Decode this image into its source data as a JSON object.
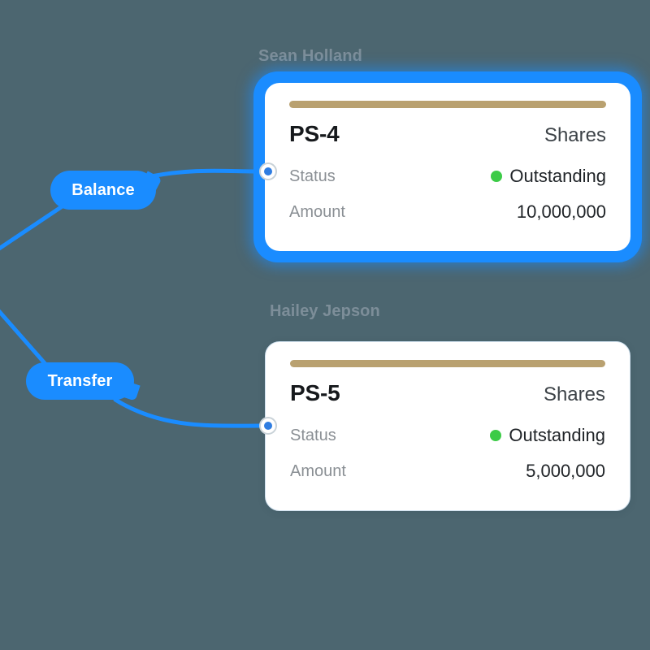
{
  "theme": {
    "background": "#4c6670",
    "accent_blue": "#1a8cff",
    "edge_blue": "#1a8cff",
    "card_bar": "#b9a170",
    "status_green": "#3ccb47",
    "title_gray": "#7d8e99",
    "label_gray": "#8a8f94",
    "value_dark": "#202428",
    "handle_ring": "#c9d2d8",
    "handle_core": "#2f7de1"
  },
  "edge_labels": [
    {
      "id": "balance",
      "text": "Balance",
      "icon": "pill-label"
    },
    {
      "id": "transfer",
      "text": "Transfer",
      "icon": "pill-label"
    }
  ],
  "nodes": [
    {
      "id": "ps-4",
      "owner": "Sean Holland",
      "selected": true,
      "code": "PS-4",
      "kind": "Shares",
      "rows": [
        {
          "label": "Status",
          "value": "Outstanding",
          "dot": true
        },
        {
          "label": "Amount",
          "value": "10,000,000",
          "dot": false
        }
      ]
    },
    {
      "id": "ps-5",
      "owner": "Hailey Jepson",
      "selected": false,
      "code": "PS-5",
      "kind": "Shares",
      "rows": [
        {
          "label": "Status",
          "value": "Outstanding",
          "dot": true
        },
        {
          "label": "Amount",
          "value": "5,000,000",
          "dot": false
        }
      ]
    }
  ],
  "handles": [
    {
      "id": "handle-1",
      "icon": "connector-dot-icon"
    },
    {
      "id": "handle-2",
      "icon": "connector-dot-icon"
    }
  ]
}
